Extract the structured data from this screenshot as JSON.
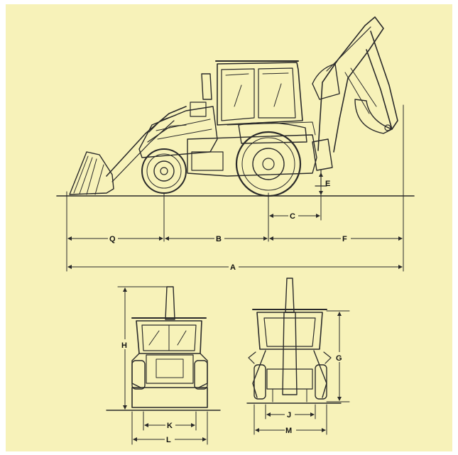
{
  "diagram": {
    "colors": {
      "background": "#f7f2b9",
      "line": "#2a2a2a"
    },
    "dimension_labels": {
      "A": "A",
      "B": "B",
      "C": "C",
      "E": "E",
      "F": "F",
      "Q": "Q",
      "H": "H",
      "K": "K",
      "L": "L",
      "G": "G",
      "J": "J",
      "M": "M"
    }
  }
}
